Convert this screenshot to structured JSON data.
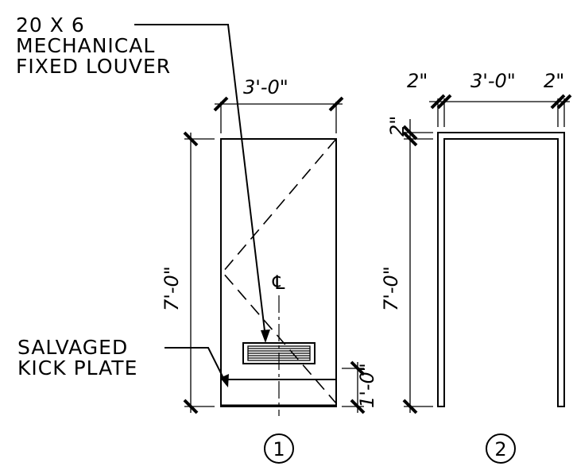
{
  "labels": {
    "louver_line1": "20 X 6",
    "louver_line2": "MECHANICAL",
    "louver_line3": "FIXED LOUVER",
    "kick_line1": "SALVAGED",
    "kick_line2": "KICK PLATE"
  },
  "dimensions": {
    "door_width": "3'-0\"",
    "door_height": "7'-0\"",
    "kick_height": "1'-0\"",
    "frame_left": "2\"",
    "frame_width": "3'-0\"",
    "frame_right": "2\"",
    "frame_top": "2\"",
    "frame_height": "7'-0\""
  },
  "symbols": {
    "centerline": "℄"
  },
  "views": {
    "one": "1",
    "two": "2"
  }
}
